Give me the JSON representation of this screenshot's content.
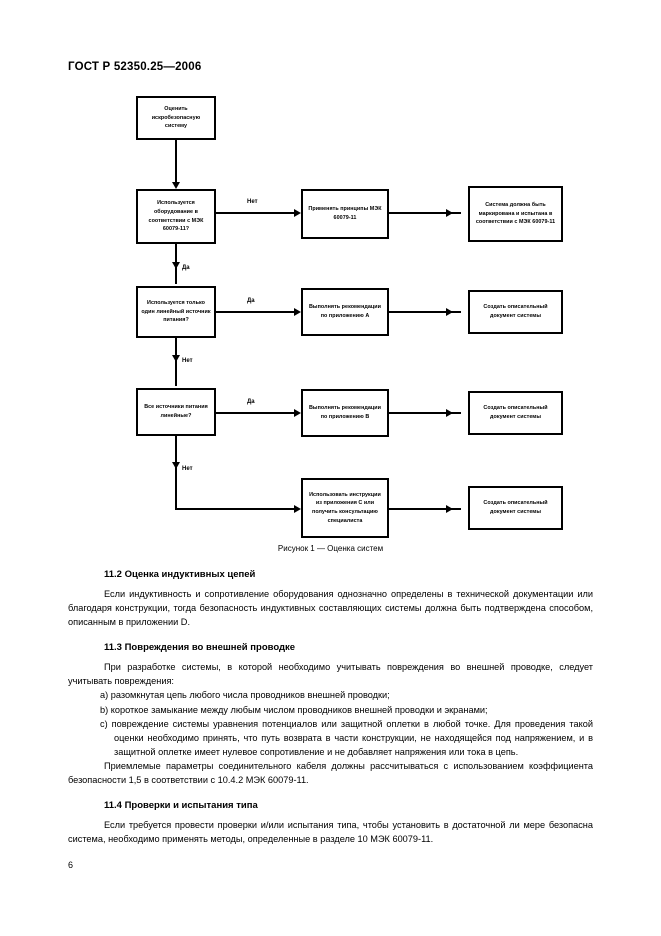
{
  "document": {
    "standard_header": "ГОСТ Р 52350.25—2006",
    "page_number": "6"
  },
  "figure": {
    "caption": "Рисунок 1 — Оценка систем",
    "nodes": [
      {
        "id": "start",
        "text": "Оценить искробезопасную систему"
      },
      {
        "id": "d1",
        "text": "Используется оборудование в соответствии с МЭК 60079-11?"
      },
      {
        "id": "a1",
        "text": "Применять принципы МЭК 60079-11"
      },
      {
        "id": "r1",
        "text": "Система должна быть маркирована и испытана в соответствии с МЭК 60079-11"
      },
      {
        "id": "d2",
        "text": "Используется только один линейный источник питания?"
      },
      {
        "id": "a2",
        "text": "Выполнять рекомендации по приложению А"
      },
      {
        "id": "r2",
        "text": "Создать описательный документ системы"
      },
      {
        "id": "d3",
        "text": "Все источники питания линейные?"
      },
      {
        "id": "a3",
        "text": "Выполнять рекомендации по приложению B"
      },
      {
        "id": "r3",
        "text": "Создать описательный документ системы"
      },
      {
        "id": "a4",
        "text": "Использовать инструкции из приложения C или получить консультацию специалиста"
      },
      {
        "id": "r4",
        "text": "Создать описательный документ системы"
      }
    ],
    "edge_labels": {
      "d1_right": "Нет",
      "d1_down": "Да",
      "d2_right": "Да",
      "d2_down": "Нет",
      "d3_right": "Да",
      "d3_down": "Нет"
    }
  },
  "sections": {
    "s11_2": {
      "heading": "11.2  Оценка индуктивных цепей",
      "para1": "Если индуктивность и сопротивление оборудования однозначно определены в технической документации или благодаря конструкции, тогда безопасность индуктивных составляющих системы должна быть подтверждена способом, описанным в приложении D."
    },
    "s11_3": {
      "heading": "11.3  Повреждения во внешней проводке",
      "para1": "При разработке системы, в которой необходимо учитывать повреждения во внешней проводке, следует учитывать повреждения:",
      "item_a": "a)  разомкнутая цепь любого числа проводников внешней проводки;",
      "item_b": "b)  короткое замыкание между любым числом проводников внешней проводки и экранами;",
      "item_c": "c)  повреждение системы уравнения потенциалов или защитной оплетки в любой точке. Для проведения такой оценки необходимо принять, что путь возврата в части конструкции, не находящейся под напряжением, и в защитной оплетке имеет нулевое сопротивление и не добавляет напряжения или тока в цепь.",
      "para2": "Приемлемые параметры соединительного кабеля должны рассчитываться с использованием коэффициента безопасности 1,5 в соответствии с 10.4.2 МЭК 60079-11."
    },
    "s11_4": {
      "heading": "11.4  Проверки и испытания типа",
      "para1": "Если требуется провести проверки и/или испытания типа, чтобы установить в достаточной ли мере безопасна система, необходимо применять методы, определенные в разделе 10 МЭК 60079-11."
    }
  }
}
